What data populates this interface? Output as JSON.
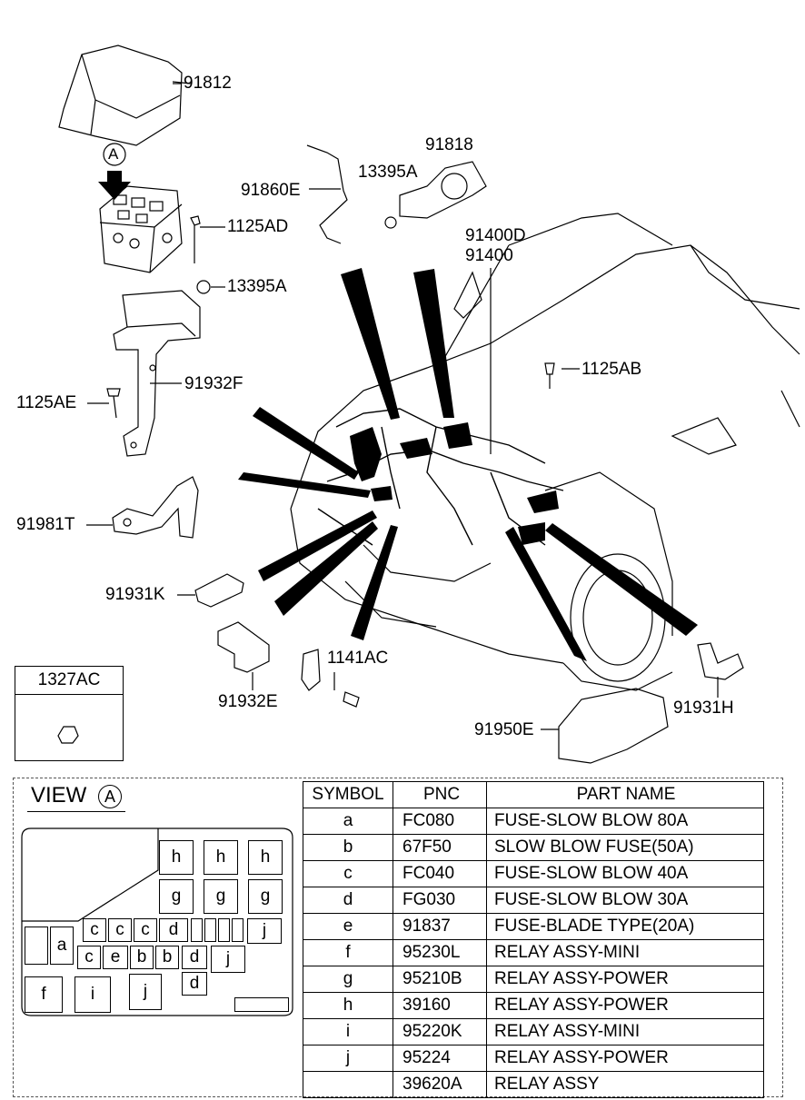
{
  "callouts": [
    {
      "id": "91812",
      "text": "91812"
    },
    {
      "id": "91818",
      "text": "91818"
    },
    {
      "id": "13395A-top",
      "text": "13395A"
    },
    {
      "id": "91860E",
      "text": "91860E"
    },
    {
      "id": "1125AD",
      "text": "1125AD"
    },
    {
      "id": "13395A-mid",
      "text": "13395A"
    },
    {
      "id": "91400D",
      "text": "91400D"
    },
    {
      "id": "91400",
      "text": "91400"
    },
    {
      "id": "1125AB",
      "text": "1125AB"
    },
    {
      "id": "91932F",
      "text": "91932F"
    },
    {
      "id": "1125AE",
      "text": "1125AE"
    },
    {
      "id": "91981T",
      "text": "91981T"
    },
    {
      "id": "91931K",
      "text": "91931K"
    },
    {
      "id": "1141AC",
      "text": "1141AC"
    },
    {
      "id": "91932E",
      "text": "91932E"
    },
    {
      "id": "91931H",
      "text": "91931H"
    },
    {
      "id": "91950E",
      "text": "91950E"
    }
  ],
  "marker_a": "A",
  "small_box": {
    "title": "1327AC"
  },
  "view": {
    "title": "VIEW",
    "marker": "A"
  },
  "fuse_cells": [
    {
      "t": "h"
    },
    {
      "t": "h"
    },
    {
      "t": "h"
    },
    {
      "t": "g"
    },
    {
      "t": "g"
    },
    {
      "t": "g"
    },
    {
      "t": "c"
    },
    {
      "t": "c"
    },
    {
      "t": "c"
    },
    {
      "t": "d"
    },
    {
      "t": ""
    },
    {
      "t": ""
    },
    {
      "t": ""
    },
    {
      "t": ""
    },
    {
      "t": "j"
    },
    {
      "t": "a"
    },
    {
      "t": ""
    },
    {
      "t": "c"
    },
    {
      "t": "e"
    },
    {
      "t": "b"
    },
    {
      "t": "b"
    },
    {
      "t": "d"
    },
    {
      "t": "j"
    },
    {
      "t": "d"
    },
    {
      "t": "f"
    },
    {
      "t": "i"
    },
    {
      "t": "j"
    },
    {
      "t": ""
    }
  ],
  "table": {
    "headers": [
      "SYMBOL",
      "PNC",
      "PART NAME"
    ],
    "rows": [
      [
        "a",
        "FC080",
        "FUSE-SLOW BLOW 80A"
      ],
      [
        "b",
        "67F50",
        "SLOW BLOW FUSE(50A)"
      ],
      [
        "c",
        "FC040",
        "FUSE-SLOW BLOW 40A"
      ],
      [
        "d",
        "FG030",
        "FUSE-SLOW BLOW 30A"
      ],
      [
        "e",
        "91837",
        "FUSE-BLADE TYPE(20A)"
      ],
      [
        "f",
        "95230L",
        "RELAY ASSY-MINI"
      ],
      [
        "g",
        "95210B",
        "RELAY ASSY-POWER"
      ],
      [
        "h",
        "39160",
        "RELAY ASSY-POWER"
      ],
      [
        "i",
        "95220K",
        "RELAY ASSY-MINI"
      ],
      [
        "j",
        "95224",
        "RELAY ASSY-POWER"
      ],
      [
        "",
        "39620A",
        "RELAY ASSY"
      ]
    ]
  }
}
